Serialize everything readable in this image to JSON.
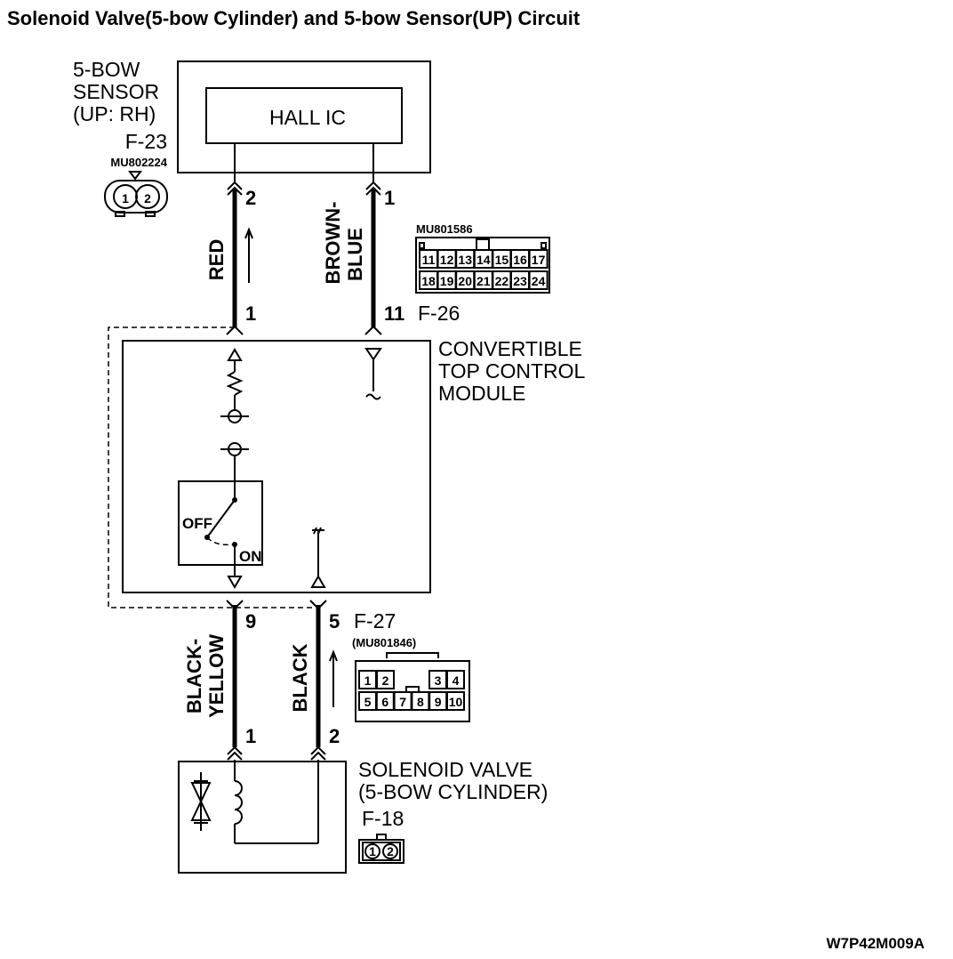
{
  "title": "Solenoid Valve(5-bow Cylinder) and 5-bow Sensor(UP) Circuit",
  "sensor": {
    "name_lines": [
      "5-BOW",
      "SENSOR",
      "(UP: RH)"
    ],
    "connector": "F-23",
    "part_no": "MU802224",
    "component": "HALL IC",
    "pins": [
      "1",
      "2"
    ]
  },
  "module": {
    "name_lines": [
      "CONVERTIBLE",
      "TOP CONTROL",
      "MODULE"
    ],
    "upper_connector": "F-26",
    "upper_part_no": "MU801586",
    "upper_pins_row1": [
      "11",
      "12",
      "13",
      "14",
      "15",
      "16",
      "17"
    ],
    "upper_pins_row2": [
      "18",
      "19",
      "20",
      "21",
      "22",
      "23",
      "24"
    ],
    "lower_connector": "F-27",
    "lower_part_no": "(MU801846)",
    "lower_pins_row1": [
      "1",
      "2",
      "3",
      "4"
    ],
    "lower_pins_row2": [
      "5",
      "6",
      "7",
      "8",
      "9",
      "10"
    ],
    "switch_off": "OFF",
    "switch_on": "ON"
  },
  "wires": {
    "red": {
      "color": "RED",
      "sensor_pin": "2",
      "module_pin": "1"
    },
    "brown_blue": {
      "color_line1": "BROWN-",
      "color_line2": "BLUE",
      "sensor_pin": "1",
      "module_pin": "11"
    },
    "black_yellow": {
      "color_line1": "BLACK-",
      "color_line2": "YELLOW",
      "module_pin": "9",
      "valve_pin": "1"
    },
    "black": {
      "color": "BLACK",
      "module_pin": "5",
      "valve_pin": "2"
    }
  },
  "valve": {
    "name_lines": [
      "SOLENOID VALVE",
      "(5-BOW CYLINDER)"
    ],
    "connector": "F-18",
    "pins": [
      "1",
      "2"
    ]
  },
  "figure_code": "W7P42M009A"
}
